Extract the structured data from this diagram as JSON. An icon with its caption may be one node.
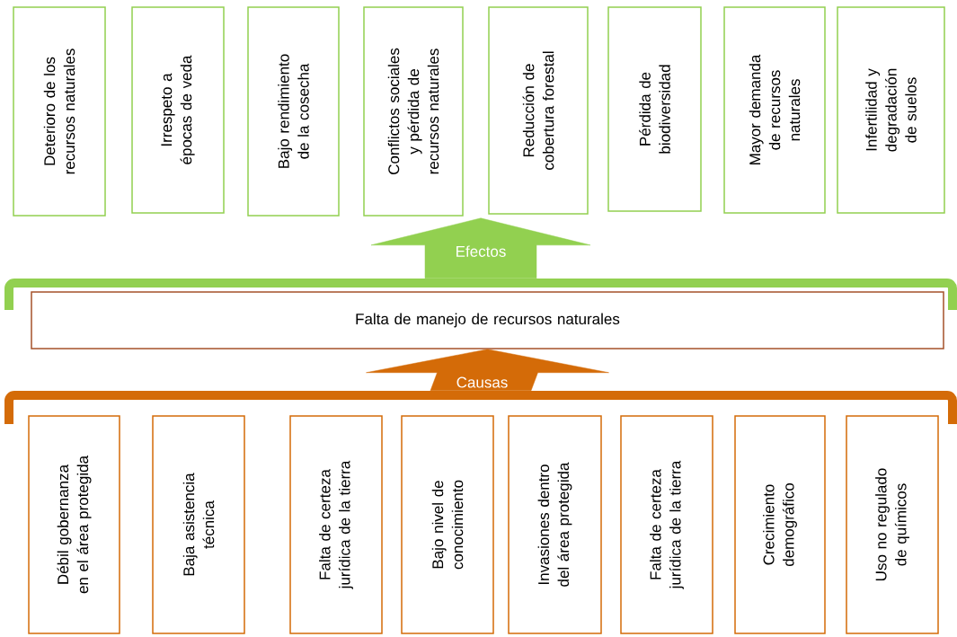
{
  "diagram": {
    "nodes": [
      {
        "text": [
          "Deterioro de los recursos naturales"
        ]
      },
      {
        "text": [
          "Irrespeto a épocas de veda"
        ]
      },
      {
        "text": [
          "Bajo rendimiento de la cosecha"
        ]
      },
      {
        "text": [
          "Conflictos sociales y pérdida de recursos naturales"
        ]
      },
      {
        "text": [
          "Reducción de cobertura forestal"
        ]
      },
      {
        "text": [
          "Pérdida de biodiversidad"
        ]
      },
      {
        "text": [
          "Mayor demanda de recursos naturales"
        ]
      },
      {
        "text": [
          "Infertilidad y degradación de suelos"
        ]
      },
      {
        "text": [],
        "shape": "bar"
      },
      {
        "text": [
          "Falta de manejo de recursos naturales"
        ]
      },
      {
        "text": [],
        "shape": "bar"
      },
      {
        "text": [
          "Débil gobernanza en el área protegida"
        ]
      },
      {
        "text": [
          "Baja asistencia técnica"
        ]
      },
      {
        "text": [
          "Falta de certeza jurídica de la tierra"
        ]
      },
      {
        "text": [
          "Bajo nivel de conocimiento"
        ]
      },
      {
        "text": [
          "Invasiones dentro del área protegida"
        ]
      },
      {
        "text": [
          "Falta de certeza jurídica de la tierra"
        ]
      },
      {
        "text": [
          "Crecimiento demográfico"
        ]
      },
      {
        "text": [
          "Uso no regulado de químicos"
        ]
      }
    ],
    "edges": [
      {
        "from": 8,
        "to": null,
        "arrow": "to",
        "label": "Efectos",
        "color": "#92d050"
      },
      {
        "from": 10,
        "to": 9,
        "arrow": "to",
        "label": "Causas",
        "color": "#d46b08"
      }
    ]
  }
}
